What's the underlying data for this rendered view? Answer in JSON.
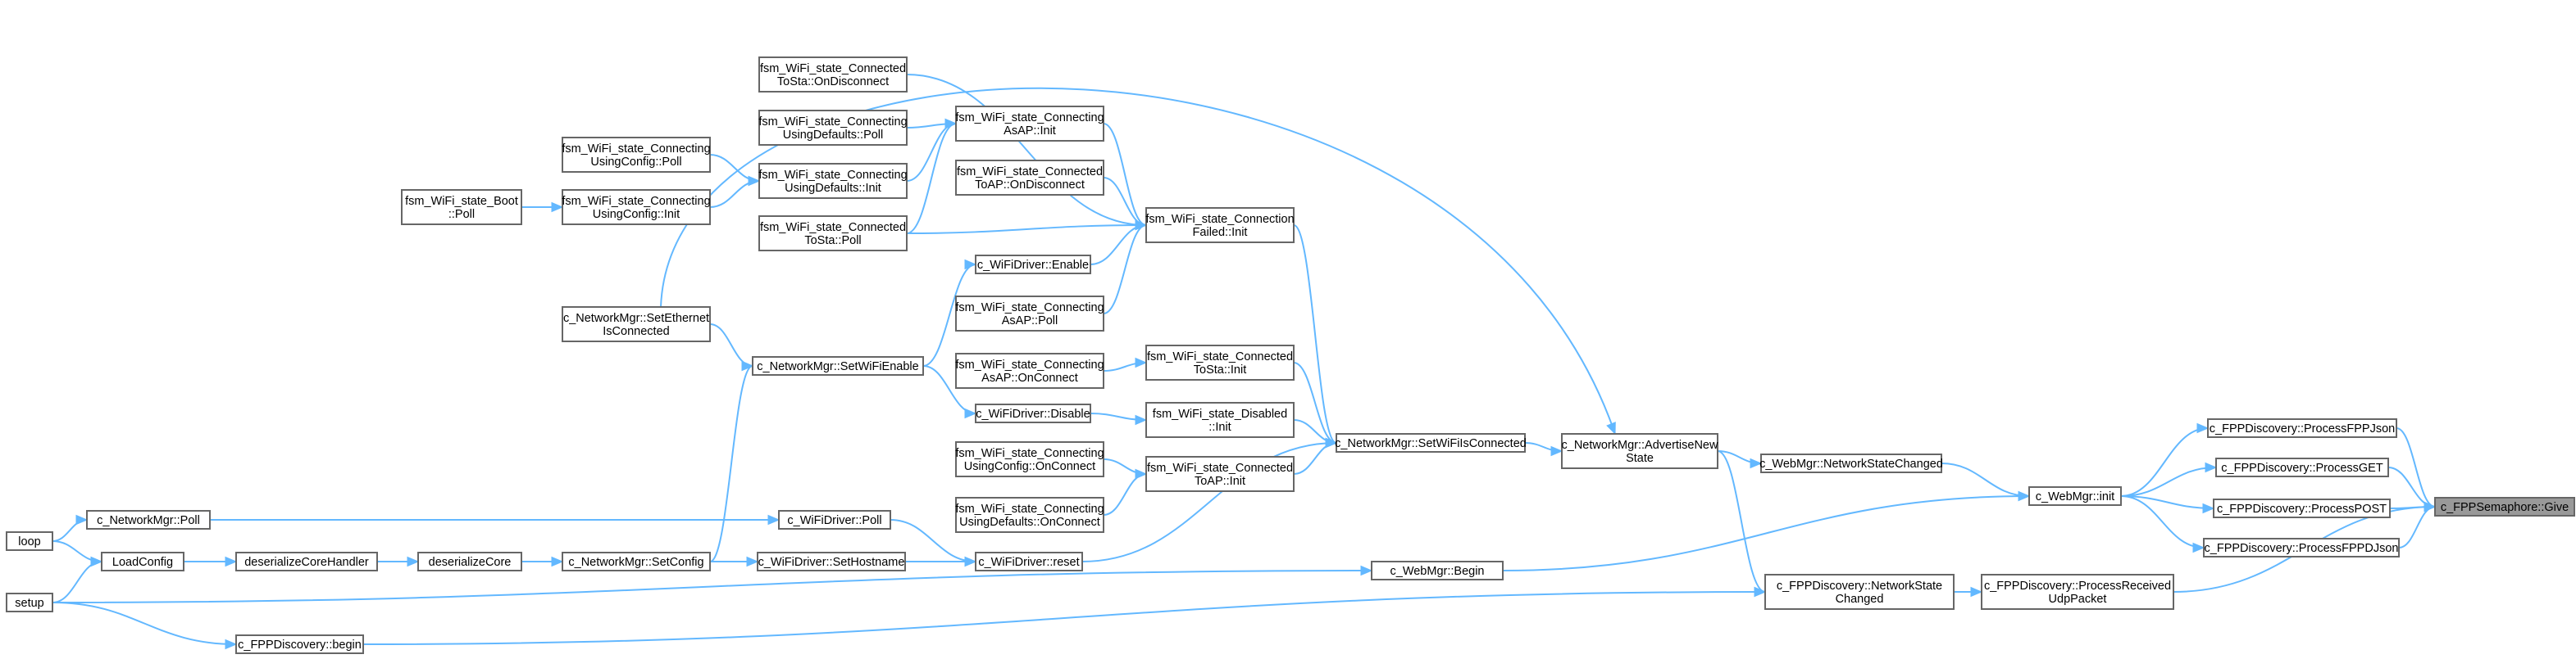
{
  "diagram": {
    "caption": "",
    "colors": {
      "edge": "#63b8ff",
      "node_border": "#666666",
      "node_fill": "#ffffff",
      "root_fill": "#999999",
      "text": "#000000"
    },
    "nodes": [
      {
        "id": "give",
        "lines": [
          "c_FPPSemaphore::Give"
        ],
        "root": true
      },
      {
        "id": "processFPPJson",
        "lines": [
          "c_FPPDiscovery::ProcessFPPJson"
        ]
      },
      {
        "id": "processGET",
        "lines": [
          "c_FPPDiscovery::ProcessGET"
        ]
      },
      {
        "id": "processPOST",
        "lines": [
          "c_FPPDiscovery::ProcessPOST"
        ]
      },
      {
        "id": "processFPPDJson",
        "lines": [
          "c_FPPDiscovery::ProcessFPPDJson"
        ]
      },
      {
        "id": "processReceivedUdp",
        "lines": [
          "c_FPPDiscovery::ProcessReceived",
          "UdpPacket"
        ]
      },
      {
        "id": "webInit",
        "lines": [
          "c_WebMgr::init"
        ]
      },
      {
        "id": "networkStateChanged",
        "lines": [
          "c_FPPDiscovery::NetworkState",
          "Changed"
        ]
      },
      {
        "id": "webNetworkStateChanged",
        "lines": [
          "c_WebMgr::NetworkStateChanged"
        ]
      },
      {
        "id": "webBegin",
        "lines": [
          "c_WebMgr::Begin"
        ]
      },
      {
        "id": "fppBegin",
        "lines": [
          "c_FPPDiscovery::begin"
        ]
      },
      {
        "id": "advertiseNewState",
        "lines": [
          "c_NetworkMgr::AdvertiseNew",
          "State"
        ]
      },
      {
        "id": "setWiFiIsConnected",
        "lines": [
          "c_NetworkMgr::SetWiFiIsConnected"
        ]
      },
      {
        "id": "setEthernetIsConnected",
        "lines": [
          "c_NetworkMgr::SetEthernet",
          "IsConnected"
        ]
      },
      {
        "id": "connFailedInit",
        "lines": [
          "fsm_WiFi_state_Connection",
          "Failed::Init"
        ]
      },
      {
        "id": "connToStaInit",
        "lines": [
          "fsm_WiFi_state_Connected",
          "ToSta::Init"
        ]
      },
      {
        "id": "disabledInit",
        "lines": [
          "fsm_WiFi_state_Disabled",
          "::Init"
        ]
      },
      {
        "id": "connToApInit",
        "lines": [
          "fsm_WiFi_state_Connected",
          "ToAP::Init"
        ]
      },
      {
        "id": "wifiReset",
        "lines": [
          "c_WiFiDriver::reset"
        ]
      },
      {
        "id": "connToStaOnDisconnect",
        "lines": [
          "fsm_WiFi_state_Connected",
          "ToSta::OnDisconnect"
        ]
      },
      {
        "id": "connectingAsApInit",
        "lines": [
          "fsm_WiFi_state_Connecting",
          "AsAP::Init"
        ]
      },
      {
        "id": "connToApOnDisconnect",
        "lines": [
          "fsm_WiFi_state_Connected",
          "ToAP::OnDisconnect"
        ]
      },
      {
        "id": "connToStaPoll",
        "lines": [
          "fsm_WiFi_state_Connected",
          "ToSta::Poll"
        ]
      },
      {
        "id": "wifiEnable",
        "lines": [
          "c_WiFiDriver::Enable"
        ]
      },
      {
        "id": "connectingAsApPoll",
        "lines": [
          "fsm_WiFi_state_Connecting",
          "AsAP::Poll"
        ]
      },
      {
        "id": "connectingAsApOnConnect",
        "lines": [
          "fsm_WiFi_state_Connecting",
          "AsAP::OnConnect"
        ]
      },
      {
        "id": "wifiDisable",
        "lines": [
          "c_WiFiDriver::Disable"
        ]
      },
      {
        "id": "usingConfigOnConnect",
        "lines": [
          "fsm_WiFi_state_Connecting",
          "UsingConfig::OnConnect"
        ]
      },
      {
        "id": "usingDefaultsOnConnect",
        "lines": [
          "fsm_WiFi_state_Connecting",
          "UsingDefaults::OnConnect"
        ]
      },
      {
        "id": "usingDefaultsPoll",
        "lines": [
          "fsm_WiFi_state_Connecting",
          "UsingDefaults::Poll"
        ]
      },
      {
        "id": "usingDefaultsInit",
        "lines": [
          "fsm_WiFi_state_Connecting",
          "UsingDefaults::Init"
        ]
      },
      {
        "id": "setWiFiEnable",
        "lines": [
          "c_NetworkMgr::SetWiFiEnable"
        ]
      },
      {
        "id": "wifiPoll",
        "lines": [
          "c_WiFiDriver::Poll"
        ]
      },
      {
        "id": "wifiSetHostname",
        "lines": [
          "c_WiFiDriver::SetHostname"
        ]
      },
      {
        "id": "usingConfigPoll",
        "lines": [
          "fsm_WiFi_state_Connecting",
          "UsingConfig::Poll"
        ]
      },
      {
        "id": "usingConfigInit",
        "lines": [
          "fsm_WiFi_state_Connecting",
          "UsingConfig::Init"
        ]
      },
      {
        "id": "bootPoll",
        "lines": [
          "fsm_WiFi_state_Boot",
          "::Poll"
        ]
      },
      {
        "id": "netSetConfig",
        "lines": [
          "c_NetworkMgr::SetConfig"
        ]
      },
      {
        "id": "netPoll",
        "lines": [
          "c_NetworkMgr::Poll"
        ]
      },
      {
        "id": "deserializeCore",
        "lines": [
          "deserializeCore"
        ]
      },
      {
        "id": "deserializeCoreHandler",
        "lines": [
          "deserializeCoreHandler"
        ]
      },
      {
        "id": "loadConfig",
        "lines": [
          "LoadConfig"
        ]
      },
      {
        "id": "loop",
        "lines": [
          "loop"
        ]
      },
      {
        "id": "setup",
        "lines": [
          "setup"
        ]
      }
    ]
  }
}
